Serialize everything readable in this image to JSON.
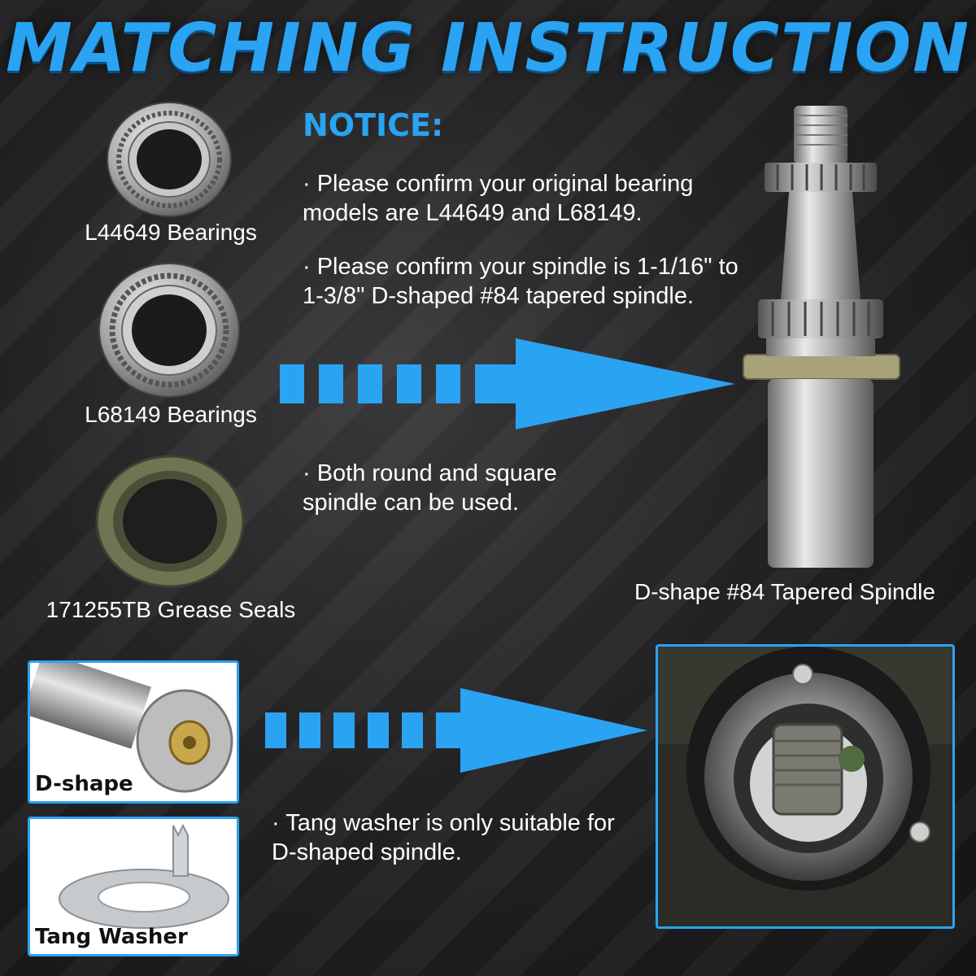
{
  "title": "MATCHING INSTRUCTION",
  "notice": {
    "heading": "NOTICE:",
    "items": [
      "· Please confirm your original bearing models are L44649 and L68149.",
      "· Please confirm your spindle is 1-1/16\" to 1-3/8\" D-shaped #84 tapered spindle.",
      "· Both round and square spindle can be used."
    ]
  },
  "parts": {
    "bearing1": "L44649 Bearings",
    "bearing2": "L68149 Bearings",
    "seal": "171255TB Grease Seals",
    "spindle": "D-shape #84 Tapered Spindle"
  },
  "tiles": {
    "dshape": "D-shape",
    "tang": "Tang Washer"
  },
  "tang_note": "· Tang washer is only suitable for D-shaped spindle.",
  "colors": {
    "accent": "#2aa3f2",
    "accent_dark": "#0c4f84",
    "background": "#242426"
  },
  "icons": [
    "arrow-right-icon",
    "arrow-right-icon"
  ]
}
